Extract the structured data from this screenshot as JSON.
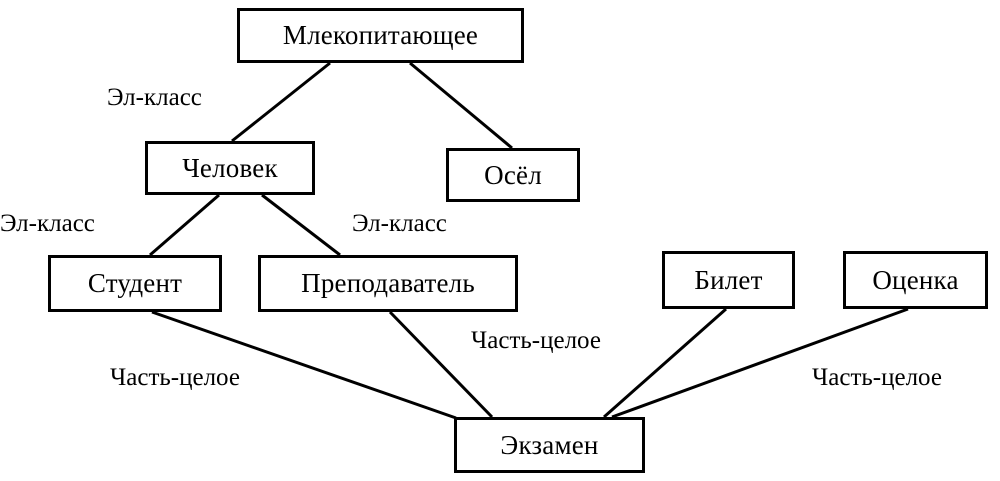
{
  "diagram": {
    "title": "Semantic network: Exam domain",
    "background_color": "#ffffff",
    "line_color": "#000000",
    "text_color": "#000000",
    "nodes": [
      {
        "id": "mammal",
        "label": "Млекопитающее"
      },
      {
        "id": "human",
        "label": "Человек"
      },
      {
        "id": "donkey",
        "label": "Осёл"
      },
      {
        "id": "student",
        "label": "Студент"
      },
      {
        "id": "teacher",
        "label": "Преподаватель"
      },
      {
        "id": "ticket",
        "label": "Билет"
      },
      {
        "id": "grade",
        "label": "Оценка"
      },
      {
        "id": "exam",
        "label": "Экзамен"
      }
    ],
    "edges": [
      {
        "from": "mammal",
        "to": "human",
        "label": "Эл-класс"
      },
      {
        "from": "mammal",
        "to": "donkey",
        "label": ""
      },
      {
        "from": "human",
        "to": "student",
        "label": "Эл-класс"
      },
      {
        "from": "human",
        "to": "teacher",
        "label": "Эл-класс"
      },
      {
        "from": "student",
        "to": "exam",
        "label": "Часть-целое"
      },
      {
        "from": "teacher",
        "to": "exam",
        "label": "Часть-целое"
      },
      {
        "from": "ticket",
        "to": "exam",
        "label": ""
      },
      {
        "from": "grade",
        "to": "exam",
        "label": "Часть-целое"
      }
    ],
    "edge_labels": [
      {
        "id": "el-klass-1",
        "text": "Эл-класс"
      },
      {
        "id": "el-klass-2",
        "text": "Эл-класс"
      },
      {
        "id": "el-klass-3",
        "text": "Эл-класс"
      },
      {
        "id": "chast-celoe-1",
        "text": "Часть-целое"
      },
      {
        "id": "chast-celoe-2",
        "text": "Часть-целое"
      },
      {
        "id": "chast-celoe-3",
        "text": "Часть-целое"
      }
    ]
  }
}
